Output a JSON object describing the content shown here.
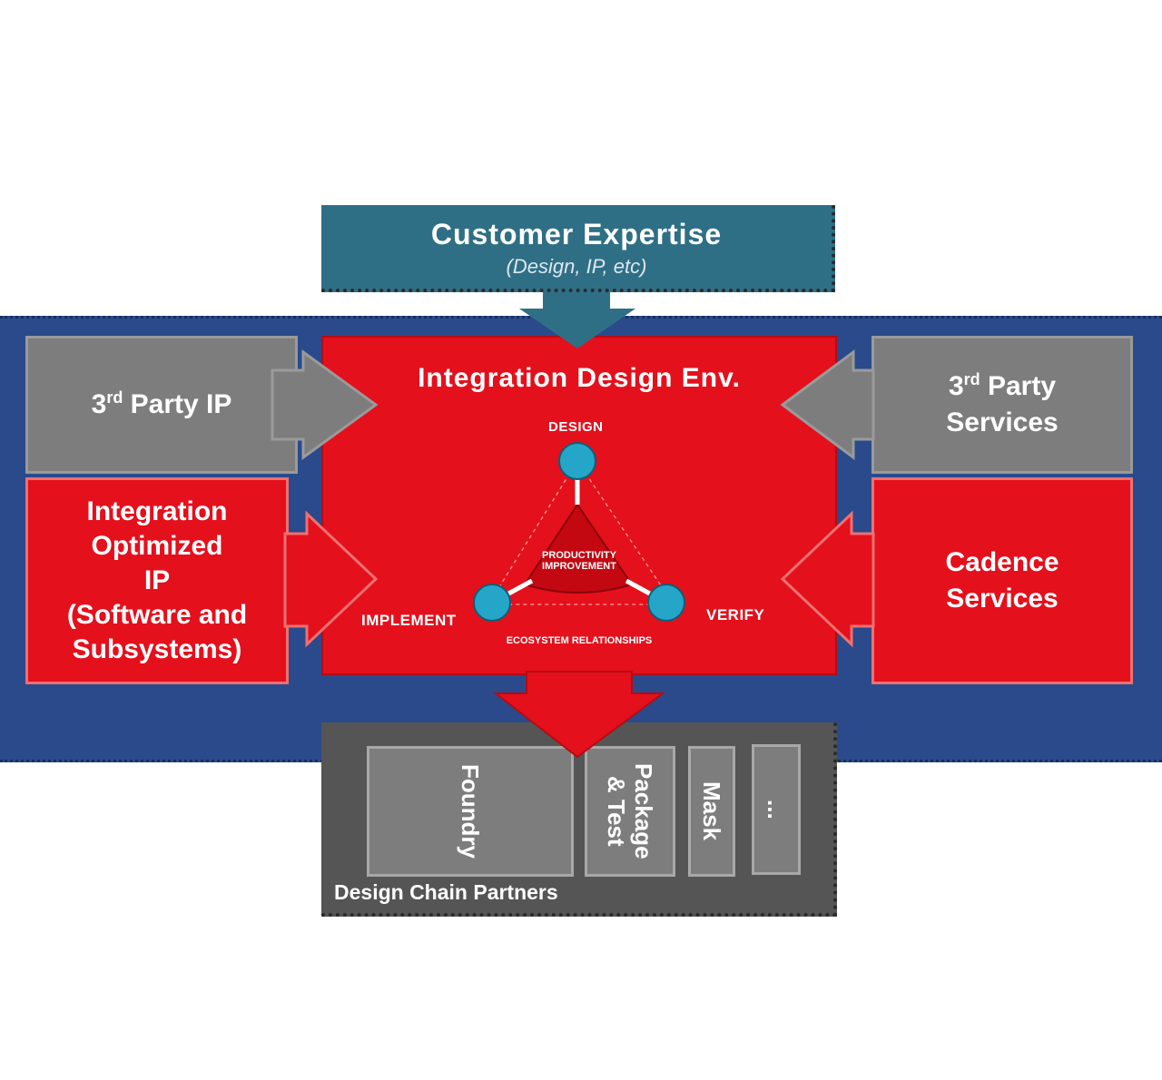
{
  "customer": {
    "title": "Customer  Expertise",
    "subtitle": "(Design, IP, etc)"
  },
  "center": {
    "title": "Integration Design Env.",
    "cycle": {
      "top_label": "DESIGN",
      "left_label": "IMPLEMENT",
      "right_label": "VERIFY",
      "core_label": "PRODUCTIVITY IMPROVEMENT",
      "bottom_label": "ECOSYSTEM RELATIONSHIPS"
    }
  },
  "left": {
    "third_party_ip_prefix": "3",
    "third_party_ip_sup": "rd",
    "third_party_ip_rest": " Party IP",
    "optimized_line1": "Integration",
    "optimized_line2": "Optimized",
    "optimized_line3": "IP",
    "optimized_line4": "(Software and",
    "optimized_line5": "Subsystems)"
  },
  "right": {
    "third_party_services_prefix": "3",
    "third_party_services_sup": "rd",
    "third_party_services_line1_rest": " Party",
    "third_party_services_line2": "Services",
    "cadence_line1": "Cadence",
    "cadence_line2": "Services"
  },
  "partners": {
    "label": "Design Chain Partners",
    "columns": [
      "Foundry",
      "Package\n& Test",
      "Mask",
      "..."
    ]
  },
  "colors": {
    "band_blue": "#2a4a8c",
    "teal": "#2f6f86",
    "red": "#e4101c",
    "gray": "#7d7d7d",
    "dark_gray": "#555555",
    "cyan_node": "#25a6c9"
  },
  "icons": {
    "down_arrow_top": "arrow-down-icon",
    "down_arrow_bottom": "arrow-down-icon",
    "side_arrows": "arrow-icon"
  }
}
